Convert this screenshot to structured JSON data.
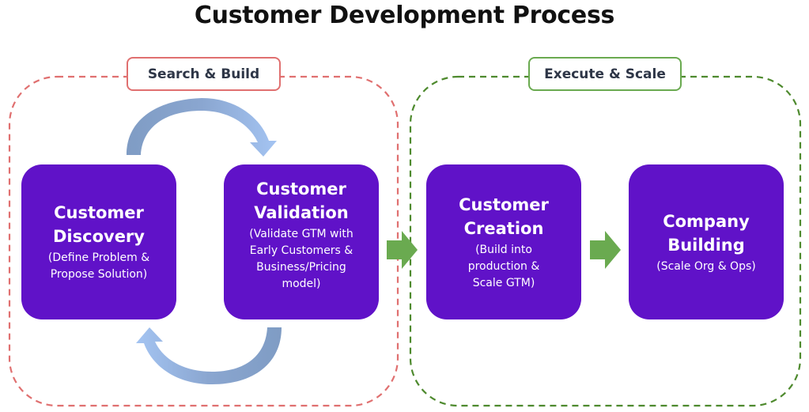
{
  "title": "Customer Development Process",
  "phases": [
    {
      "label": "Search & Build",
      "color": "#e07070"
    },
    {
      "label": "Execute & Scale",
      "color": "#4e8a2e"
    }
  ],
  "stages": [
    {
      "name_line1": "Customer",
      "name_line2": "Discovery",
      "desc": "(Define Problem & Propose Solution)"
    },
    {
      "name_line1": "Customer",
      "name_line2": "Validation",
      "desc": "(Validate GTM with Early Customers & Business/Pricing model)"
    },
    {
      "name_line1": "Customer",
      "name_line2": "Creation",
      "desc": "(Build into production & Scale GTM)"
    },
    {
      "name_line1": "Company",
      "name_line2": "Building",
      "desc": "(Scale Org & Ops)"
    }
  ],
  "colors": {
    "stage_fill": "#6012c8",
    "flow_arrow": "#6aaa50",
    "loop_arrow_light": "#a4c4f2",
    "loop_arrow_dark": "#7f9cc4"
  }
}
